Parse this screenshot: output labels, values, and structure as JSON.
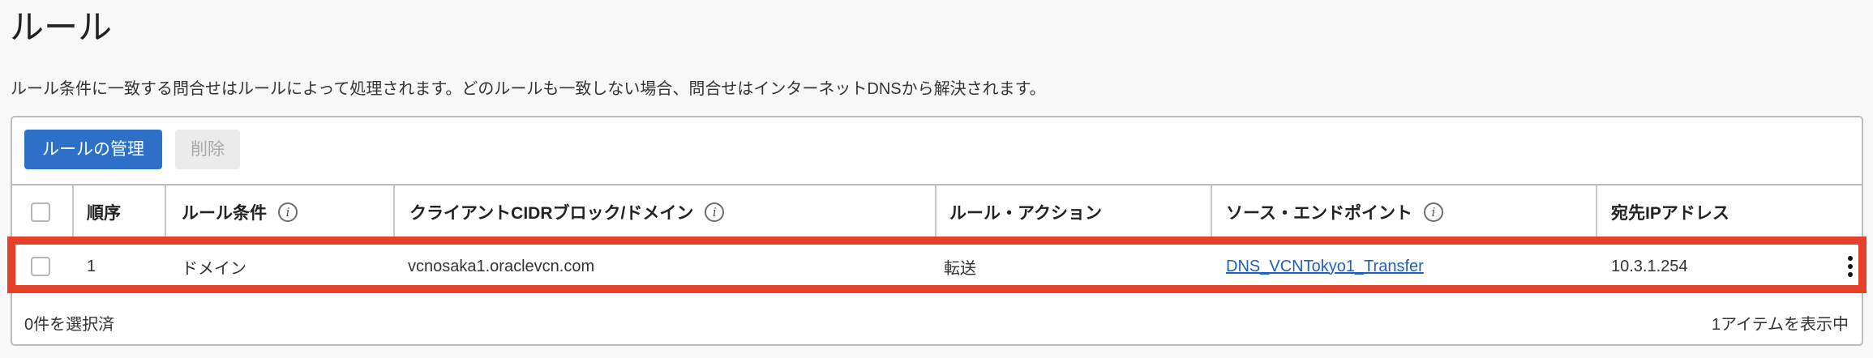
{
  "page": {
    "title": "ルール",
    "description": "ルール条件に一致する問合せはルールによって処理されます。どのルールも一致しない場合、問合せはインターネットDNSから解決されます。"
  },
  "toolbar": {
    "manage_rules_label": "ルールの管理",
    "delete_label": "削除"
  },
  "table": {
    "columns": [
      {
        "label": "順序",
        "has_info": false
      },
      {
        "label": "ルール条件",
        "has_info": true,
        "info_icon": "i"
      },
      {
        "label": "クライアントCIDRブロック/ドメイン",
        "has_info": true,
        "info_icon": "i"
      },
      {
        "label": "ルール・アクション",
        "has_info": false
      },
      {
        "label": "ソース・エンドポイント",
        "has_info": true,
        "info_icon": "i"
      },
      {
        "label": "宛先IPアドレス",
        "has_info": false
      }
    ],
    "rows": [
      {
        "selected": false,
        "order": "1",
        "condition": "ドメイン",
        "client": "vcnosaka1.oraclevcn.com",
        "action": "転送",
        "source_endpoint": "DNS_VCNTokyo1_Transfer",
        "destination_ip": "10.3.1.254"
      }
    ]
  },
  "footer": {
    "selected_count": "0件を選択済",
    "items_shown": "1アイテムを表示中"
  },
  "colors": {
    "primary_button": "#2c70c8",
    "link": "#1f5fbf",
    "highlight": "#e5402a"
  }
}
